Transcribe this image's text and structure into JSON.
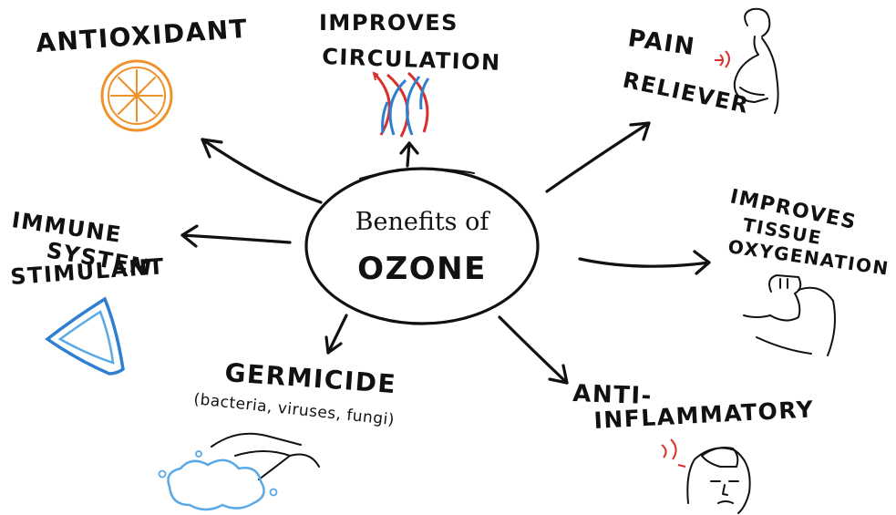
{
  "center": {
    "line1": "Benefits of",
    "line2": "OZONE"
  },
  "benefits": {
    "antioxidant": {
      "label": "ANTIOXIDANT",
      "icon": "orange-slice-icon"
    },
    "circulation": {
      "line1": "IMPROVES",
      "line2": "CIRCULATION",
      "icon": "blood-vessels-icon"
    },
    "pain": {
      "line1": "PAIN",
      "line2": "RELIEVER",
      "icon": "person-in-pain-icon"
    },
    "immune": {
      "line1": "IMMUNE",
      "line2": "SYSTEM",
      "line3": "STIMULANT",
      "icon": "shield-icon"
    },
    "tissue": {
      "line1": "IMPROVES",
      "line2": "TISSUE",
      "line3": "OXYGENATION",
      "icon": "flexed-arm-icon"
    },
    "germicide": {
      "label": "GERMICIDE",
      "sub": "(bacteria, viruses, fungi)",
      "icon": "washing-hands-icon"
    },
    "inflammatory": {
      "line1": "ANTI-",
      "line2": "INFLAMMATORY",
      "icon": "headache-icon"
    }
  },
  "colors": {
    "ink": "#111111",
    "orange": "#f0922b",
    "red": "#d9302c",
    "blue": "#2f7fd1",
    "light_blue": "#5aa9e6"
  }
}
